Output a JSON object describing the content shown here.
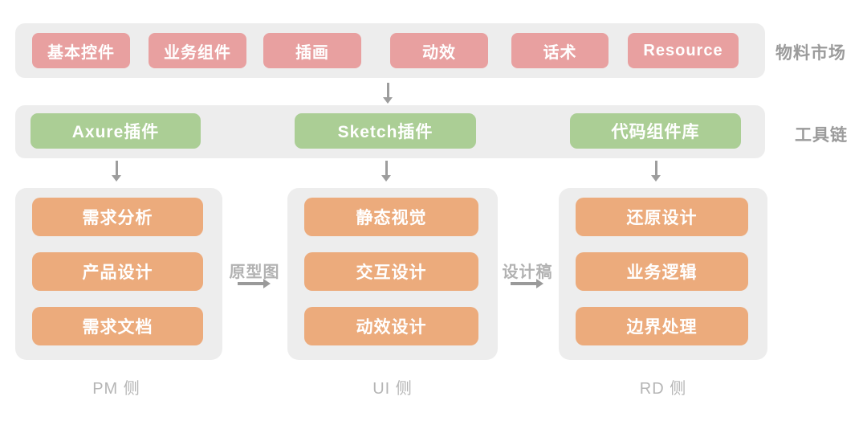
{
  "diagram": {
    "material_market": {
      "side_label": "物料市场",
      "items": [
        "基本控件",
        "业务组件",
        "插画",
        "动效",
        "话术",
        "Resource"
      ]
    },
    "toolchain": {
      "side_label": "工具链",
      "items": [
        "Axure插件",
        "Sketch插件",
        "代码组件库"
      ]
    },
    "columns": [
      {
        "id": "pm",
        "footer_label": "PM 侧",
        "items": [
          "需求分析",
          "产品设计",
          "需求文档"
        ]
      },
      {
        "id": "ui",
        "footer_label": "UI 侧",
        "items": [
          "静态视觉",
          "交互设计",
          "动效设计"
        ]
      },
      {
        "id": "rd",
        "footer_label": "RD 侧",
        "items": [
          "还原设计",
          "业务逻辑",
          "边界处理"
        ]
      }
    ],
    "flow_labels": [
      "原型图",
      "设计稿"
    ],
    "colors": {
      "market_chip": "#E8A0A0",
      "tool_chip": "#ABCE95",
      "task_chip": "#ECAB7C",
      "panel_bg": "#EDEDED",
      "arrow": "#9D9D9D",
      "side_label": "#9B9B9B",
      "flow_label": "#B2B2B2",
      "footer_label": "#B5B5B5",
      "chip_text": "#FFFFFF"
    }
  }
}
